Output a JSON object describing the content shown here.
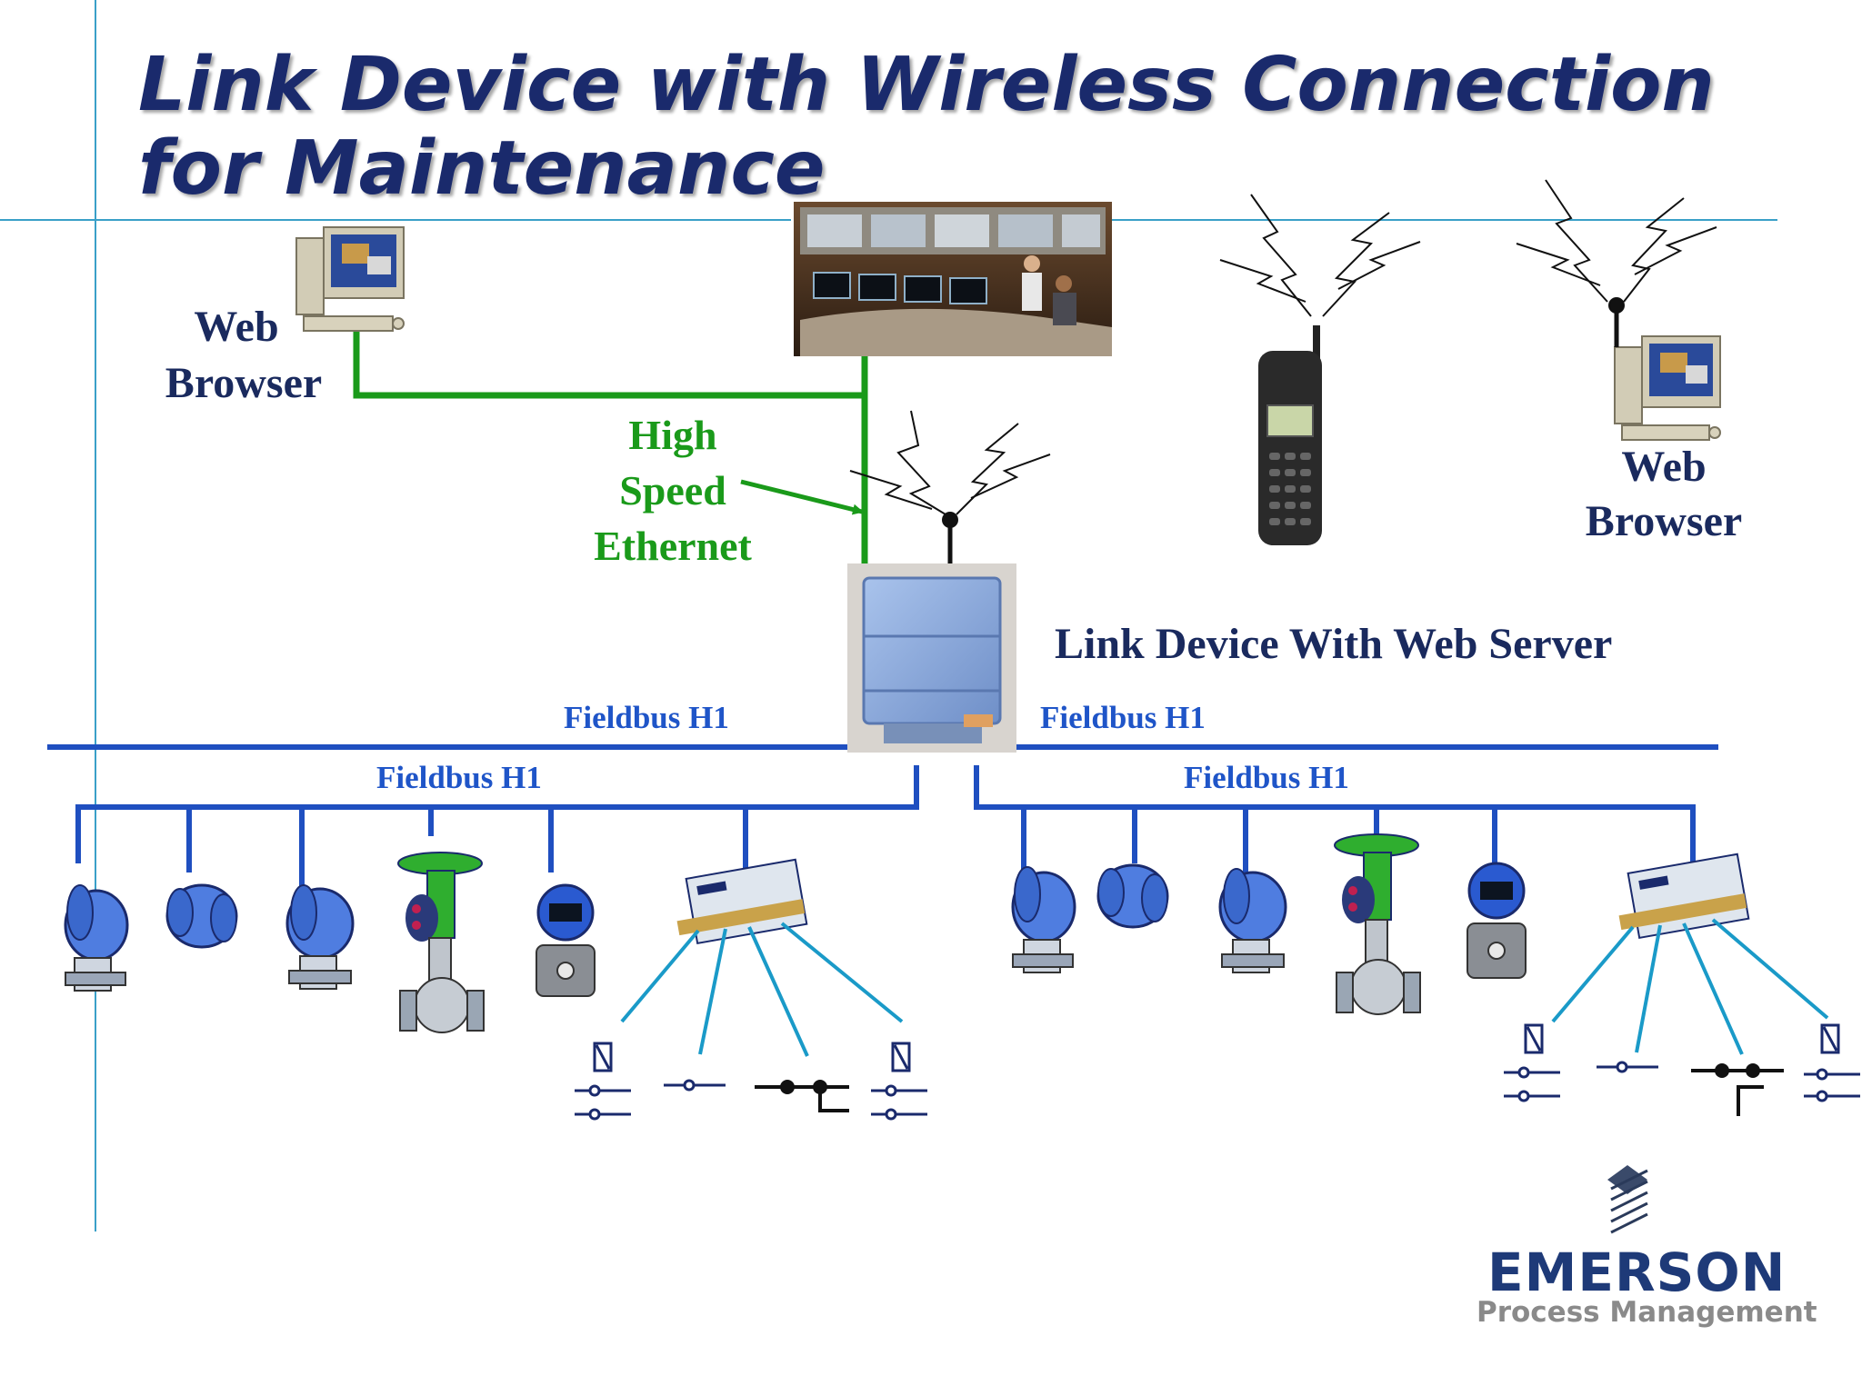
{
  "title": {
    "line1": "Link Device with Wireless Connection",
    "line2": "for Maintenance"
  },
  "labels": {
    "web_browser_left": [
      "Web",
      "Browser"
    ],
    "web_browser_right": [
      "Web",
      "Browser"
    ],
    "ethernet": [
      "High",
      "Speed",
      "Ethernet"
    ],
    "link_device": "Link Device With Web Server",
    "fieldbus_top_left": "Fieldbus H1",
    "fieldbus_top_right": "Fieldbus H1",
    "fieldbus_segment_left": "Fieldbus H1",
    "fieldbus_segment_right": "Fieldbus H1"
  },
  "logo": {
    "name": "EMERSON",
    "subtitle": "Process Management"
  },
  "colors": {
    "title": "#1a2a6c",
    "ethernet": "#1a9a1a",
    "fieldbus": "#1f4fc0",
    "device_blue": "#4f7de0",
    "valve_green": "#2fae2f",
    "wiring": "#1a9ac8"
  }
}
